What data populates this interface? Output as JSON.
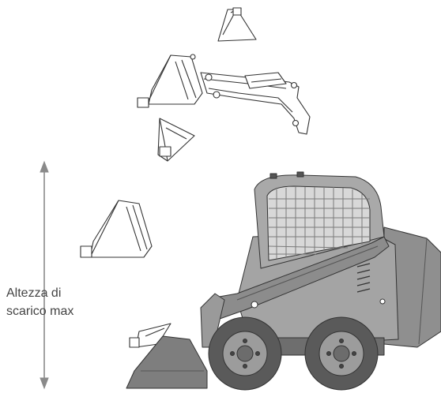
{
  "annotation": {
    "line1": "Altezza di",
    "line2": "scarico max"
  },
  "colors": {
    "outline": "#333333",
    "dimension_arrow": "#8a8a8a",
    "machine_body": "#9a9a9a",
    "machine_dark": "#555555",
    "tire": "#5a5a5a",
    "label_text": "#444444"
  },
  "icons": [
    "bucket-outline",
    "loader-arm-outline",
    "skid-steer-loader",
    "dimension-arrow"
  ]
}
